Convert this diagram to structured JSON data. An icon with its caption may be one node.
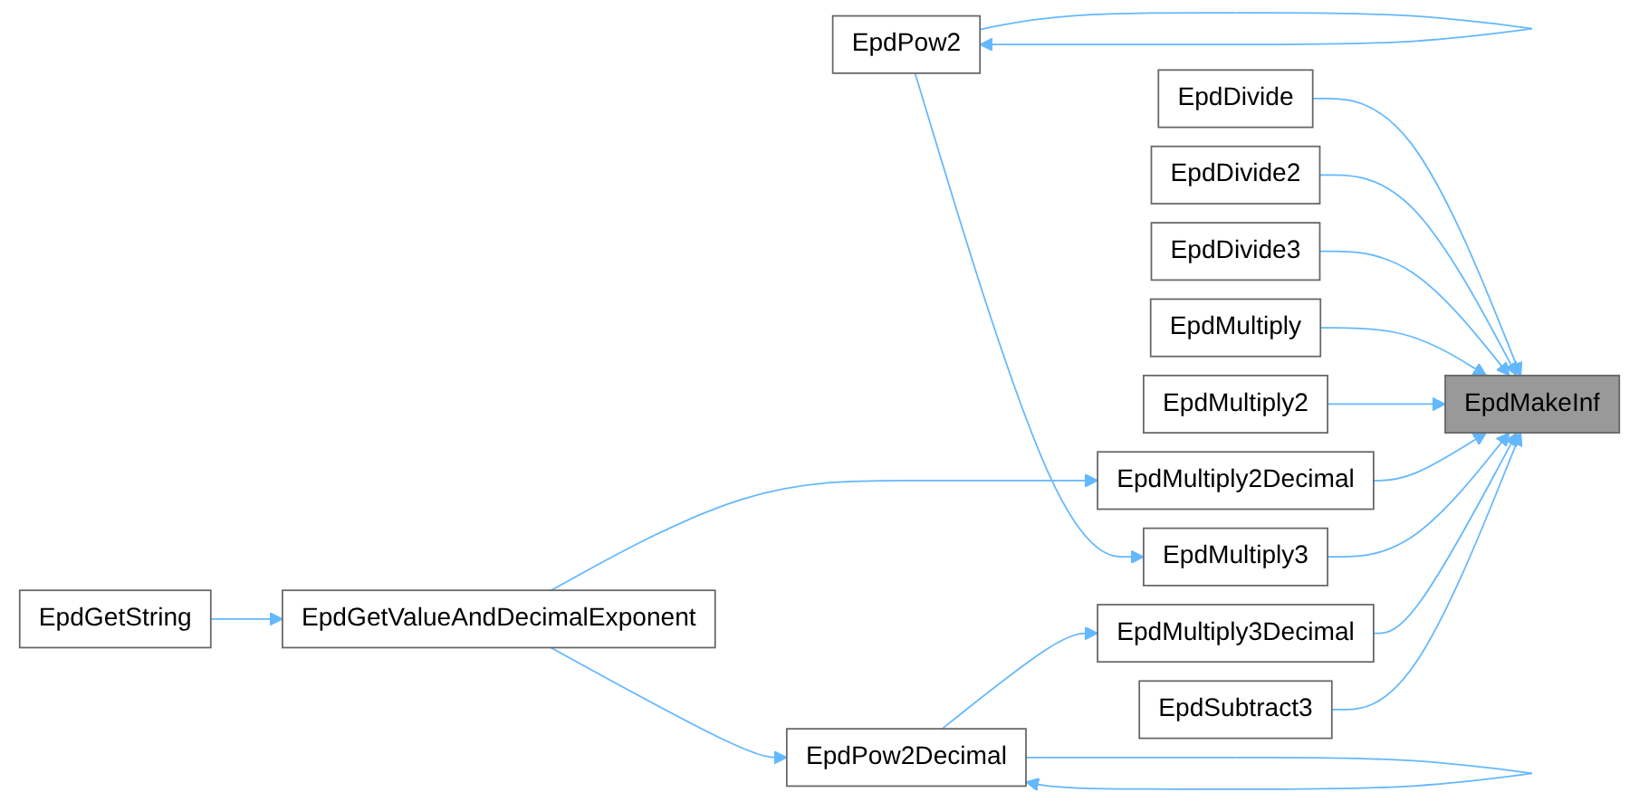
{
  "diagram": {
    "nodes": [
      {
        "text": [
          "EpdGetString"
        ]
      },
      {
        "text": [
          "EpdGetValueAndDecimalExponent"
        ]
      },
      {
        "text": [
          "EpdMultiply2Decimal"
        ]
      },
      {
        "text": [
          "EpdPow2"
        ]
      },
      {
        "text": [
          "EpdPow2Decimal"
        ]
      },
      {
        "text": [
          "EpdDivide"
        ]
      },
      {
        "text": [
          "EpdDivide2"
        ]
      },
      {
        "text": [
          "EpdDivide3"
        ]
      },
      {
        "text": [
          "EpdMultiply"
        ]
      },
      {
        "text": [
          "EpdMultiply2"
        ]
      },
      {
        "text": [
          "EpdMultiply3"
        ]
      },
      {
        "text": [
          "EpdMultiply3Decimal"
        ]
      },
      {
        "text": [
          "EpdSubtract3"
        ]
      },
      {
        "text": [
          "EpdMakeInf"
        ]
      }
    ],
    "edges": [
      {
        "from": 0,
        "to": 1,
        "arrow": "to"
      },
      {
        "from": 1,
        "to": 2,
        "arrow": "to"
      },
      {
        "from": 1,
        "to": 4,
        "arrow": "to"
      },
      {
        "from": 3,
        "to": 3,
        "arrow": "to"
      },
      {
        "from": 3,
        "to": 10,
        "arrow": "to"
      },
      {
        "from": 4,
        "to": 4,
        "arrow": "to"
      },
      {
        "from": 4,
        "to": 11,
        "arrow": "to"
      },
      {
        "from": 5,
        "to": 13,
        "arrow": "to"
      },
      {
        "from": 6,
        "to": 13,
        "arrow": "to"
      },
      {
        "from": 7,
        "to": 13,
        "arrow": "to"
      },
      {
        "from": 8,
        "to": 13,
        "arrow": "to"
      },
      {
        "from": 9,
        "to": 13,
        "arrow": "to"
      },
      {
        "from": 2,
        "to": 13,
        "arrow": "to"
      },
      {
        "from": 10,
        "to": 13,
        "arrow": "to"
      },
      {
        "from": 11,
        "to": 13,
        "arrow": "to"
      },
      {
        "from": 12,
        "to": 13,
        "arrow": "to"
      }
    ]
  }
}
